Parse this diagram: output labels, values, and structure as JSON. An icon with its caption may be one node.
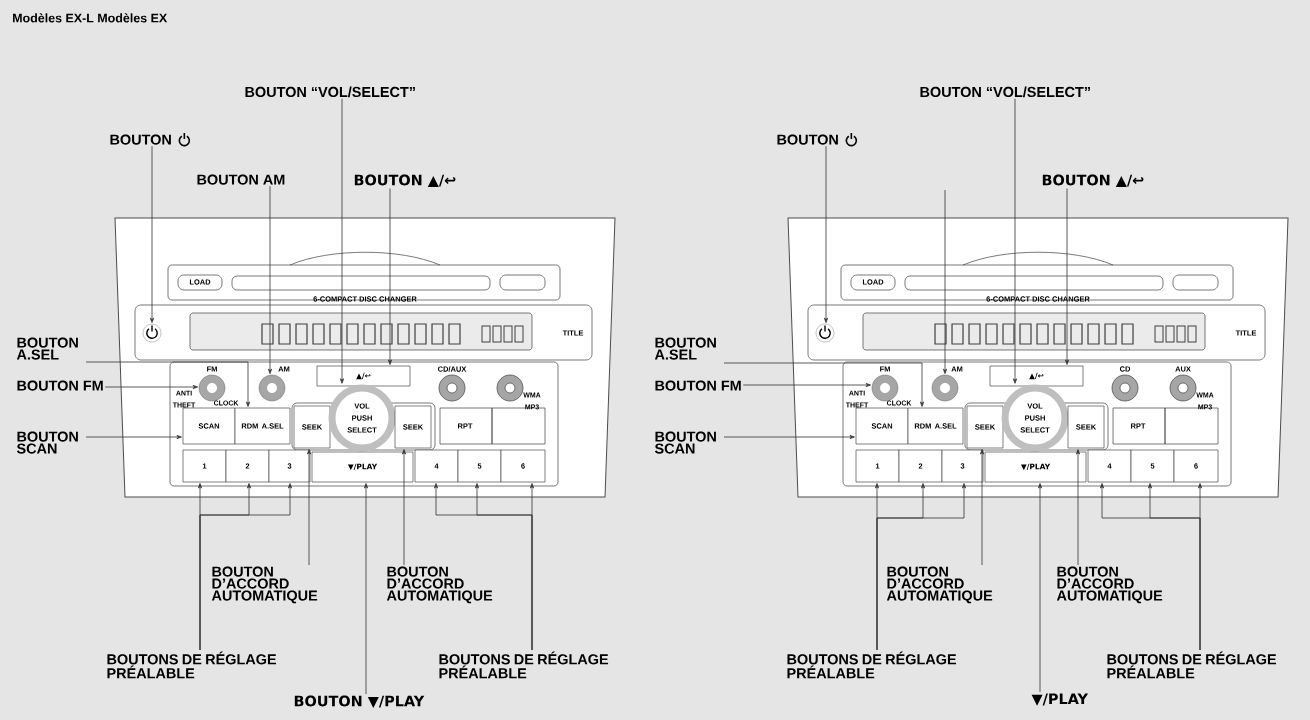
{
  "diagram": {
    "title": "Modèles EX-L Modèles EX",
    "nodes": [
      {
        "text": [
          "BOUTON “VOL/SELECT”"
        ]
      },
      {
        "text": [
          "BOUTON"
        ]
      },
      {
        "text": [
          "BOUTON AM"
        ]
      },
      {
        "text": [
          "BOUTON ▲/↩"
        ]
      },
      {
        "text": [
          "BOUTON A.SEL"
        ]
      },
      {
        "text": [
          "BOUTON FM"
        ]
      },
      {
        "text": [
          "BOUTON SCAN"
        ]
      },
      {
        "text": [
          "BOUTON D’ACCORD AUTOMATIQUE"
        ]
      },
      {
        "text": [
          "BOUTON D’ACCORD AUTOMATIQUE"
        ]
      },
      {
        "text": [
          "BOUTONS DE RÉGLAGE PRÉALABLE"
        ]
      },
      {
        "text": [
          "BOUTONS DE RÉGLAGE PRÉALABLE"
        ]
      },
      {
        "text": [
          "BOUTON ▼/PLAY"
        ]
      },
      {
        "text": [
          "BOUTON “VOL/SELECT”"
        ]
      },
      {
        "text": [
          "BOUTON"
        ]
      },
      {
        "text": [
          "BOUTON ▲/↩"
        ]
      },
      {
        "text": [
          "BOUTON A.SEL"
        ]
      },
      {
        "text": [
          "BOUTON FM"
        ]
      },
      {
        "text": [
          "BOUTON SCAN"
        ]
      },
      {
        "text": [
          "BOUTON D’ACCORD AUTOMATIQUE"
        ]
      },
      {
        "text": [
          "BOUTON D’ACCORD AUTOMATIQUE"
        ]
      },
      {
        "text": [
          "BOUTONS DE RÉGLAGE PRÉALABLE"
        ]
      },
      {
        "text": [
          "BOUTONS DE RÉGLAGE PRÉALABLE"
        ]
      },
      {
        "text": [
          "▼/PLAY"
        ]
      },
      {
        "text": [],
        "shape": "circle"
      },
      {
        "text": [],
        "shape": "circle"
      },
      {
        "text": [],
        "shape": "circle"
      },
      {
        "text": [
          "▲/↩"
        ]
      },
      {
        "text": [
          "SCAN"
        ]
      },
      {
        "text": [
          "RDM A.SEL"
        ]
      },
      {
        "text": [
          "SEEK"
        ]
      },
      {
        "text": [
          "VOL PUSH SELECT"
        ]
      },
      {
        "text": [
          "SEEK"
        ]
      },
      {
        "text": [
          "1"
        ]
      },
      {
        "text": [
          "2"
        ]
      },
      {
        "text": [
          "3"
        ]
      },
      {
        "text": [
          "▼/PLAY"
        ]
      },
      {
        "text": [
          "4"
        ]
      },
      {
        "text": [
          "5"
        ]
      },
      {
        "text": [
          "6"
        ]
      },
      {
        "text": [],
        "shape": "circle"
      },
      {
        "text": [],
        "shape": "circle"
      },
      {
        "text": [],
        "shape": "circle"
      },
      {
        "text": [
          "▲/↩"
        ]
      },
      {
        "text": [
          "SCAN"
        ]
      },
      {
        "text": [
          "RDM A.SEL"
        ]
      },
      {
        "text": [
          "SEEK"
        ]
      },
      {
        "text": [
          "VOL PUSH SELECT"
        ]
      },
      {
        "text": [
          "SEEK"
        ]
      },
      {
        "text": [
          "1"
        ]
      },
      {
        "text": [
          "2"
        ]
      },
      {
        "text": [
          "3"
        ]
      },
      {
        "text": [
          "▼/PLAY"
        ]
      },
      {
        "text": [
          "4"
        ]
      },
      {
        "text": [
          "5"
        ]
      },
      {
        "text": [
          "6"
        ]
      }
    ],
    "edges": [
      {
        "from": 0,
        "to": 30,
        "arrow": "to"
      },
      {
        "from": 1,
        "to": 23,
        "arrow": "to"
      },
      {
        "from": 2,
        "to": 25,
        "arrow": "to"
      },
      {
        "from": 3,
        "to": 26,
        "arrow": "to"
      },
      {
        "from": 4,
        "to": 28,
        "arrow": "to"
      },
      {
        "from": 5,
        "to": 24,
        "arrow": "to"
      },
      {
        "from": 6,
        "to": 27,
        "arrow": "to"
      },
      {
        "from": 7,
        "to": 29,
        "arrow": "to"
      },
      {
        "from": 8,
        "to": 31,
        "arrow": "to"
      },
      {
        "from": 9,
        "to": 32,
        "arrow": "to"
      },
      {
        "from": 9,
        "to": 33,
        "arrow": "to"
      },
      {
        "from": 9,
        "to": 34,
        "arrow": "to"
      },
      {
        "from": 10,
        "to": 38,
        "arrow": "to"
      },
      {
        "from": 10,
        "to": 37,
        "arrow": "to"
      },
      {
        "from": 10,
        "to": 36,
        "arrow": "to"
      },
      {
        "from": 11,
        "to": 35,
        "arrow": "to"
      },
      {
        "from": 12,
        "to": 46,
        "arrow": "to"
      },
      {
        "from": 13,
        "to": 39,
        "arrow": "to"
      },
      {
        "from": 14,
        "to": 42,
        "arrow": "to"
      },
      {
        "from": 15,
        "to": 44,
        "arrow": "to"
      },
      {
        "from": 16,
        "to": 40,
        "arrow": "to"
      },
      {
        "from": 17,
        "to": 43,
        "arrow": "to"
      },
      {
        "from": 18,
        "to": 45,
        "arrow": "to"
      },
      {
        "from": 19,
        "to": 47,
        "arrow": "to"
      },
      {
        "from": 20,
        "to": 48,
        "arrow": "to"
      },
      {
        "from": 20,
        "to": 49,
        "arrow": "to"
      },
      {
        "from": 20,
        "to": 50,
        "arrow": "to"
      },
      {
        "from": 21,
        "to": 54,
        "arrow": "to"
      },
      {
        "from": 21,
        "to": 53,
        "arrow": "to"
      },
      {
        "from": 21,
        "to": 52,
        "arrow": "to"
      },
      {
        "from": 22,
        "to": 51,
        "arrow": "to"
      },
      {
        "from": null,
        "to": 41,
        "arrow": "to"
      }
    ],
    "labels": [
      "LOAD",
      "6-COMPACT DISC CHANGER",
      "TITLE",
      "FM",
      "AM",
      "CD/AUX",
      "ANTI THEFT",
      "CLOCK",
      "WMA MP3",
      "RPT",
      "LOAD",
      "6-COMPACT DISC CHANGER",
      "TITLE",
      "FM",
      "AM",
      "CD",
      "AUX",
      "ANTI THEFT",
      "CLOCK",
      "WMA MP3",
      "RPT"
    ]
  }
}
